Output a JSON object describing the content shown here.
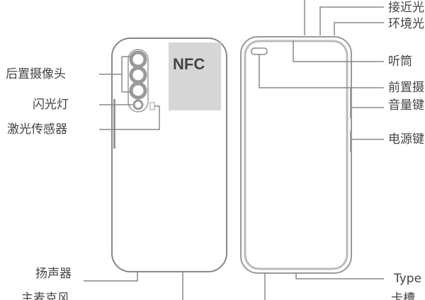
{
  "back_labels": {
    "rear_camera": "后置摄像头",
    "flash": "闪光灯",
    "laser_sensor": "激光传感器",
    "speaker": "扬声器",
    "main_mic": "主麦克风"
  },
  "front_labels": {
    "proximity": "接近光",
    "ambient": "环境光",
    "earpiece": "听筒",
    "front_camera": "前置摄",
    "volume": "音量键",
    "power": "电源键",
    "type_c": "Type",
    "card_slot": "卡槽"
  },
  "nfc_label": "NFC",
  "colors": {
    "line": "#888888",
    "frame": "#cccccc",
    "nfc_bg": "#d6d6d6",
    "text": "#444444"
  }
}
